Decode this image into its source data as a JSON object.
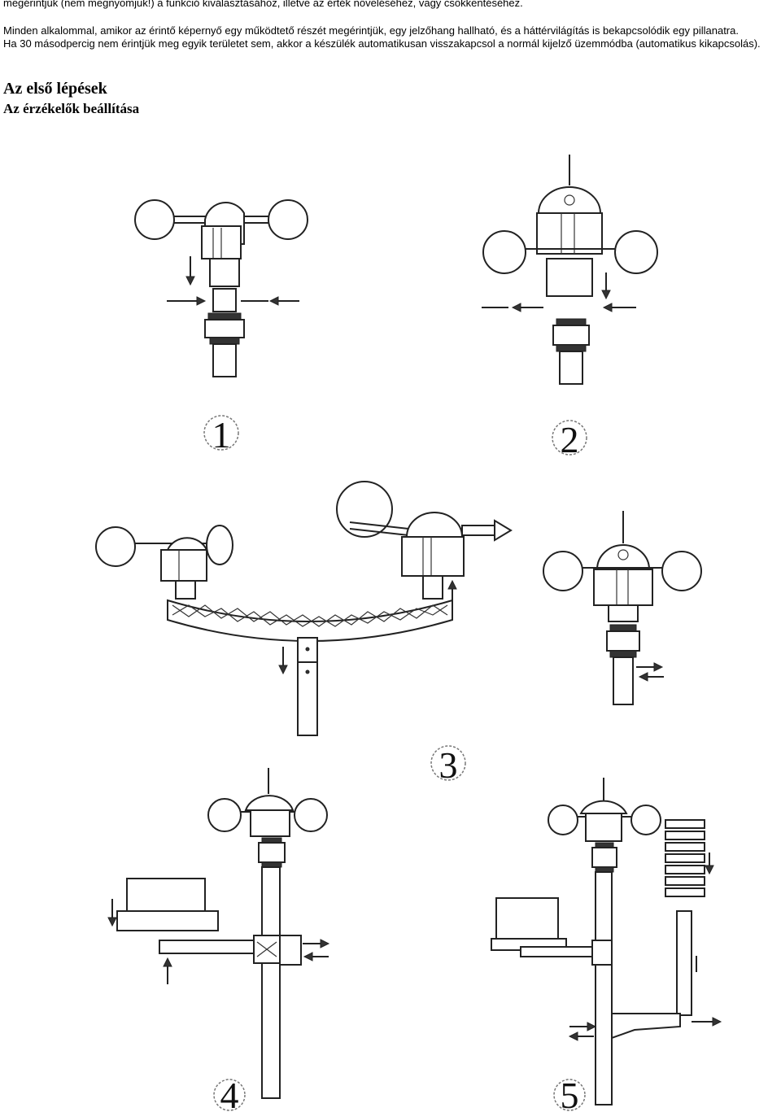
{
  "text": {
    "line1": "megérintjük (nem megnyomjuk!) a funkció kiválasztásához, illetve az érték növeléséhez, vagy csökkentéséhez.",
    "line2": "Minden alkalommal, amikor az érintő képernyő egy működtető részét megérintjük, egy jelzőhang hallható, és a háttérvilágítás is bekapcsolódik egy pillanatra.",
    "line3": "Ha 30 másodpercig nem érintjük meg egyik területet sem, akkor a készülék automatikusan visszakapcsol a normál kijelző üzemmódba (automatikus kikapcsolás)."
  },
  "headings": {
    "section": "Az első lépések",
    "subsection": "Az érzékelők beállítása"
  },
  "figures": {
    "step1": "1",
    "step2": "2",
    "step3": "3",
    "step4": "4",
    "step5": "5"
  }
}
